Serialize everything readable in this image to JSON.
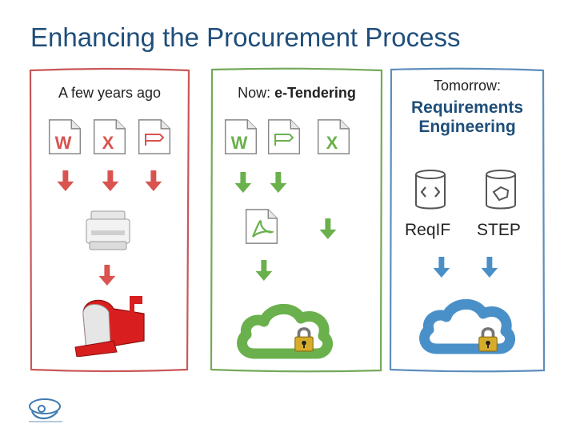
{
  "slide": {
    "title": "Enhancing the Procurement Process"
  },
  "panels": {
    "past": {
      "heading": "A few years ago",
      "color": "#c0393b"
    },
    "now": {
      "heading_prefix": "Now: ",
      "heading_bold": "e-Tendering",
      "color": "#5c9a3c"
    },
    "future": {
      "heading_line1": "Tomorrow:",
      "heading_line2": "Requirements",
      "heading_line3": "Engineering",
      "color": "#3f7ab0",
      "format_1": "ReqIF",
      "format_2": "STEP"
    }
  },
  "icons": {
    "past": [
      "word-doc-icon",
      "excel-doc-icon",
      "project-doc-icon",
      "printer-icon",
      "mailbox-icon"
    ],
    "now": [
      "word-doc-icon",
      "project-doc-icon",
      "excel-doc-icon",
      "pdf-doc-icon",
      "secure-cloud-icon"
    ],
    "future": [
      "reqif-database-icon",
      "step-database-icon",
      "secure-cloud-icon"
    ]
  },
  "colors": {
    "title": "#1f4e7a",
    "red": "#d9534f",
    "green": "#6ab04c",
    "blue": "#4a90c8",
    "lock": "#c9a227"
  }
}
